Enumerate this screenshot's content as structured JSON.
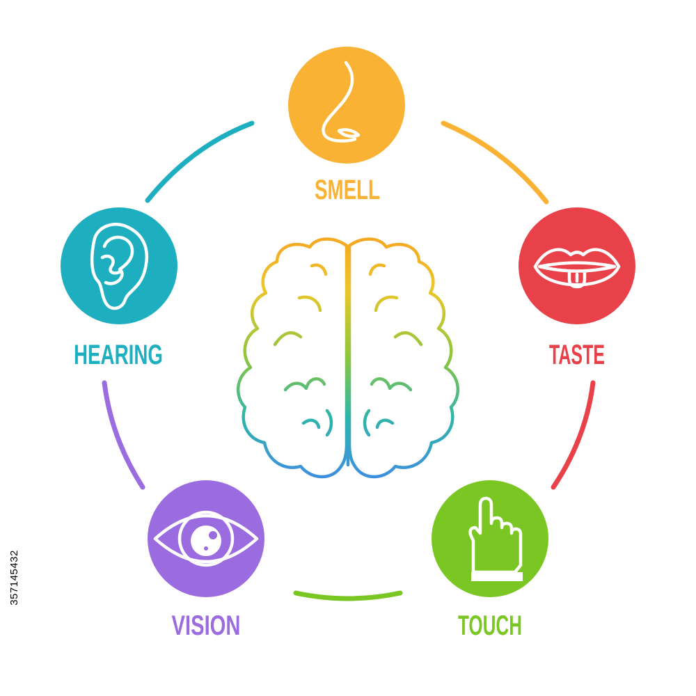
{
  "senses": [
    {
      "id": "smell",
      "label": "SMELL",
      "color": "#F9B233",
      "icon": "nose-icon"
    },
    {
      "id": "taste",
      "label": "TASTE",
      "color": "#E84149",
      "icon": "mouth-icon"
    },
    {
      "id": "touch",
      "label": "TOUCH",
      "color": "#7AC623",
      "icon": "hand-icon"
    },
    {
      "id": "vision",
      "label": "VISION",
      "color": "#9B6BE0",
      "icon": "eye-icon"
    },
    {
      "id": "hearing",
      "label": "HEARING",
      "color": "#1DAFBF",
      "icon": "ear-icon"
    }
  ],
  "center": {
    "icon": "brain-icon"
  },
  "stock_id": "357145432"
}
